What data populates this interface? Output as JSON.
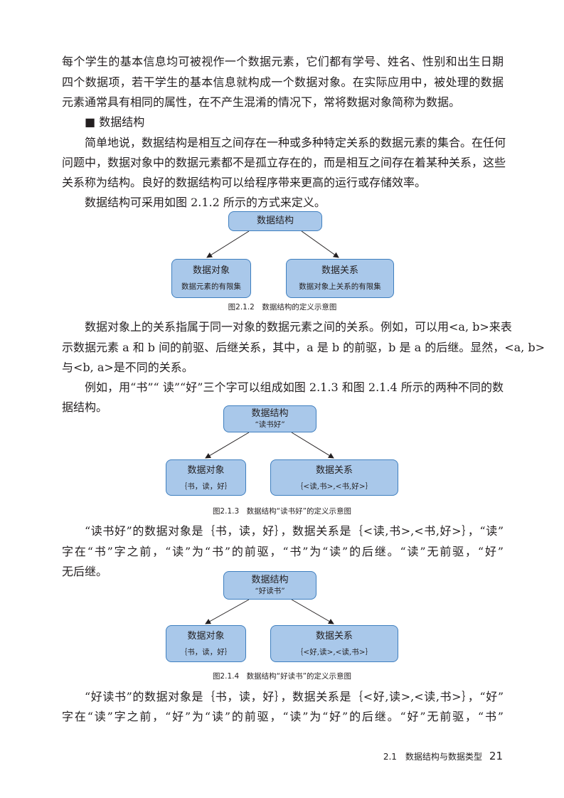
{
  "para1": [
    "每个学生的基本信息均可被视作一个数据元素，它们都有学号、姓名、性别和出生日期",
    "四个数据项，若干学生的基本信息就构成一个数据对象。在实际应用中，被处理的数据",
    "元素通常具有相同的属性，在不产生混淆的情况下，常将数据对象简称为数据。"
  ],
  "heading": "■ 数据结构",
  "para2": [
    "简单地说，数据结构是相互之间存在一种或多种特定关系的数据元素的集合。在任何",
    "问题中，数据对象中的数据元素都不是孤立存在的，而是相互之间存在着某种关系，这些",
    "关系称为结构。良好的数据结构可以给程序带来更高的运行或存储效率。"
  ],
  "para3": [
    "数据结构可采用如图 2.1.2 所示的方式来定义。"
  ],
  "fig1": {
    "top": "数据结构",
    "left_title": "数据对象",
    "left_sub": "数据元素的有限集",
    "right_title": "数据关系",
    "right_sub": "数据对象上关系的有限集",
    "caption": "图2.1.2　数据结构的定义示意图"
  },
  "para4": [
    "数据对象上的关系指属于同一对象的数据元素之间的关系。例如，可以用<a, b>来表",
    "示数据元素 a 和 b 间的前驱、后继关系，其中，a 是 b 的前驱，b 是 a 的后继。显然，<a, b>",
    "与<b, a>是不同的关系。"
  ],
  "para5": [
    "例如，用“书”“ 读”“好”三个字可以组成如图 2.1.3 和图 2.1.4 所示的两种不同的数",
    "据结构。"
  ],
  "fig2": {
    "top": "数据结构",
    "top_sub": "“读书好”",
    "left_title": "数据对象",
    "left_sub": "｛书，读，好｝",
    "right_title": "数据关系",
    "right_sub": "｛<读,书>,<书,好>｝",
    "caption": "图2.1.3　数据结构“读书好”的定义示意图"
  },
  "para6": [
    "“读书好”的数据对象是｛书，读，好｝，数据关系是｛<读,书>,<书,好>｝，“读”",
    "字在“书”字之前，“读”为“书”的前驱，“书”为“读”的后继。“读”无前驱，“好”",
    "无后继。"
  ],
  "fig3": {
    "top": "数据结构",
    "top_sub": "“好读书”",
    "left_title": "数据对象",
    "left_sub": "｛书，读，好｝",
    "right_title": "数据关系",
    "right_sub": "｛<好,读>,<读,书>｝",
    "caption": "图2.1.4　数据结构“好读书”的定义示意图"
  },
  "para7": [
    "“好读书”的数据对象是｛书，读，好｝，数据关系是｛<好,读>,<读,书>｝，“好”",
    "字在“读”字之前，“好”为“读”的前驱，“读”为“好”的后继。“好”无前驱，“书”"
  ],
  "footer": {
    "section": "2.1　数据结构与数据类型",
    "page": "21"
  }
}
